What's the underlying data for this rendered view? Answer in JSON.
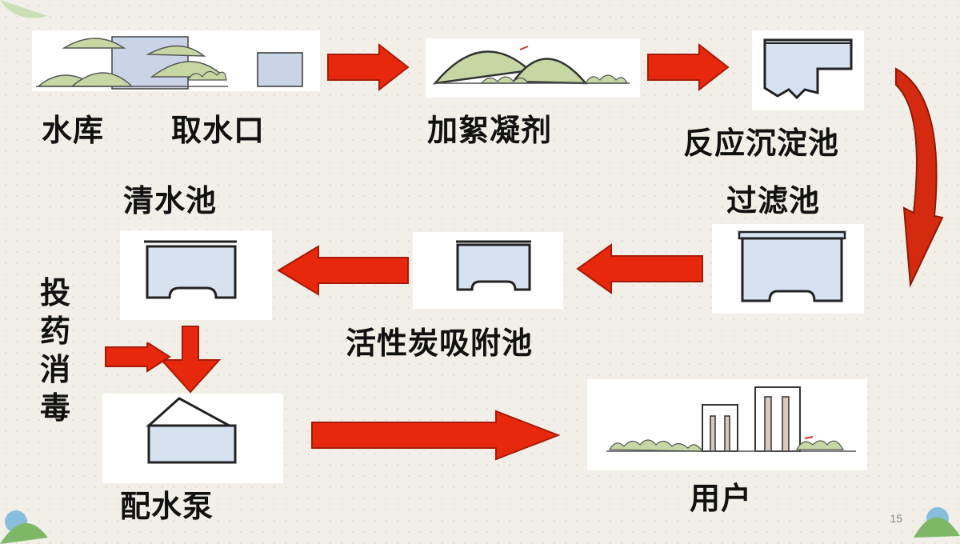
{
  "colors": {
    "arrow": "#e8280c",
    "arrow_stroke": "#a81a06",
    "water": "#d7e2f0",
    "hill": "#c7d7a4",
    "outline": "#222222"
  },
  "labels": {
    "reservoir": "水库",
    "intake": "取水口",
    "coagulant": "加絮凝剂",
    "sedimentation": "反应沉淀池",
    "filter": "过滤池",
    "activated_carbon": "活性炭吸附池",
    "clear_water": "清水池",
    "disinfection": "投药消毒",
    "pump": "配水泵",
    "users": "用户"
  },
  "page_number": "15"
}
